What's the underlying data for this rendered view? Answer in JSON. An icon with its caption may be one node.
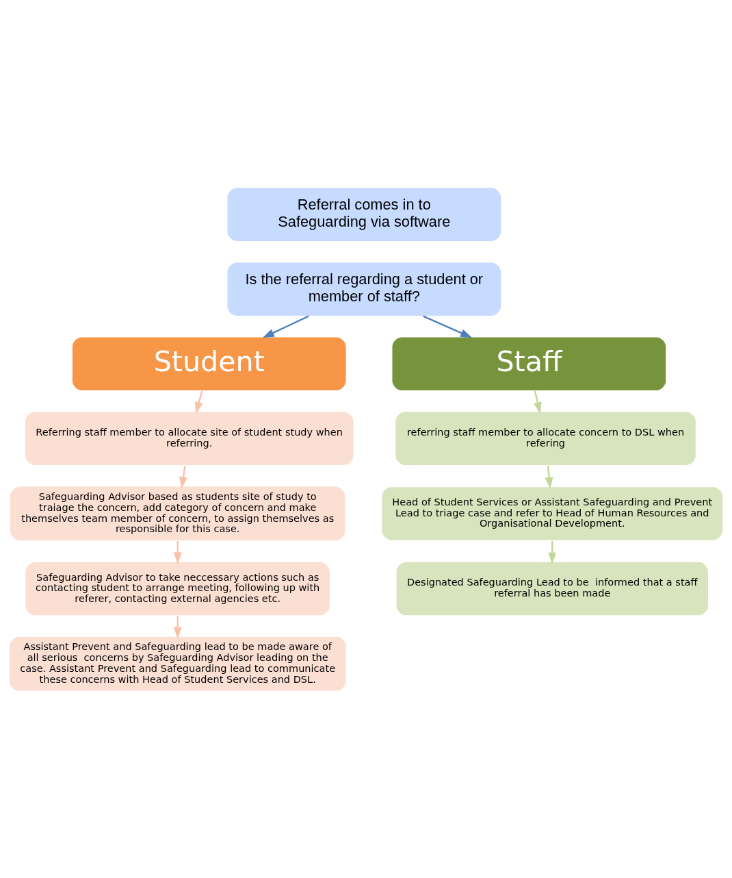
{
  "diagram": {
    "nodes": [
      {
        "text": [
          "Referral comes in to Safeguarding via software"
        ]
      },
      {
        "text": [
          "Is the referral regarding a student or member of staff?"
        ]
      },
      {
        "text": [
          "Student"
        ]
      },
      {
        "text": [
          "Staff"
        ]
      },
      {
        "text": [
          "Referring staff member to allocate site of student study when referring."
        ]
      },
      {
        "text": [
          "Safeguarding Advisor based as students site of study to traiage the concern, add category of concern and make themselves team member of concern, to assign themselves as responsible for this case."
        ]
      },
      {
        "text": [
          "Safeguarding Advisor to take neccessary actions such as contacting student to arrange meeting, following up with referer, contacting external agencies etc."
        ]
      },
      {
        "text": [
          "Assistant Prevent and Safeguarding lead to be made aware of all serious  concerns by Safeguarding Advisor leading on the case. Assistant Prevent and Safeguarding lead to communicate these concerns with Head of Student Services and DSL."
        ]
      },
      {
        "text": [
          "referring staff member to allocate concern to DSL when refering"
        ]
      },
      {
        "text": [
          "Head of Student Services or Assistant Safeguarding and Prevent Lead to triage case and refer to Head of Human Resources and Organisational Development."
        ]
      },
      {
        "text": [
          "Designated Safeguarding Lead to be  informed that a staff referral has been made"
        ]
      }
    ],
    "edges": [
      {
        "from": 1,
        "to": 2,
        "arrow": "to",
        "color": "#4f81bd"
      },
      {
        "from": 1,
        "to": 3,
        "arrow": "to",
        "color": "#4f81bd"
      },
      {
        "from": 2,
        "to": 4,
        "arrow": "to"
      },
      {
        "from": 4,
        "to": 5,
        "arrow": "to"
      },
      {
        "from": 5,
        "to": 6,
        "arrow": "to"
      },
      {
        "from": 6,
        "to": 7,
        "arrow": "to"
      },
      {
        "from": 3,
        "to": 8,
        "arrow": "to",
        "color": "#c3d69b"
      },
      {
        "from": 8,
        "to": 9,
        "arrow": "to",
        "color": "#c3d69b"
      },
      {
        "from": 9,
        "to": 10,
        "arrow": "to",
        "color": "#c3d69b"
      }
    ]
  }
}
